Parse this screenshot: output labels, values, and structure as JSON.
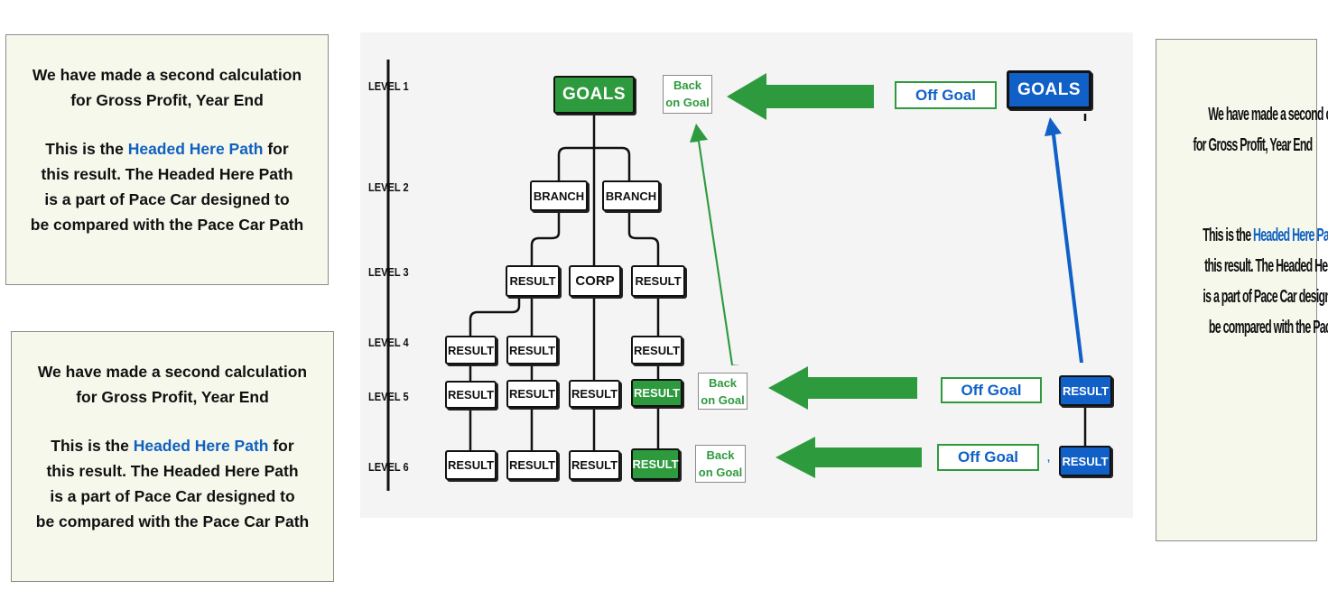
{
  "note": {
    "line1": "We have made a second calculation",
    "line2": "for Gross Profit, Year End",
    "line3_pre": "This is the ",
    "line3_hl": "Headed Here Path",
    "line3_post": " for",
    "line4": "this result. The Headed Here Path",
    "line5": "is a part of Pace Car designed to",
    "line6": "be compared with the Pace Car Path"
  },
  "diagram": {
    "levels": [
      "LEVEL 1",
      "LEVEL 2",
      "LEVEL 3",
      "LEVEL 4",
      "LEVEL 5",
      "LEVEL 6"
    ],
    "goals": "GOALS",
    "branch": "BRANCH",
    "corp": "CORP",
    "result": "RESULT",
    "back_line1": "Back",
    "back_line2": "on Goal",
    "off_goal": "Off Goal",
    "tick": ","
  },
  "colors": {
    "green": "#2e9a3e",
    "blue": "#1060c8",
    "highlight": "#1060c0",
    "note_bg": "#f6f8ec"
  }
}
